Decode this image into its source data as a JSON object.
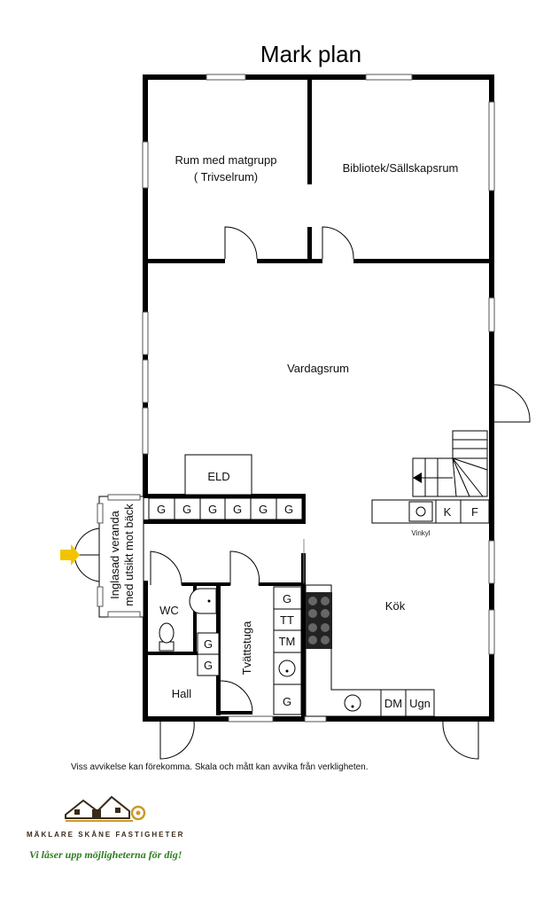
{
  "title": "Mark plan",
  "rooms": {
    "dining": "Rum med matgrupp",
    "dining_sub": "( Trivselrum)",
    "library": "Bibliotek/Sällskapsrum",
    "living": "Vardagsrum",
    "fireplace": "ELD",
    "veranda_line1": "Inglasad veranda",
    "veranda_line2": "med utsikt mot bäck",
    "wc": "WC",
    "laundry": "Tvättstuga",
    "hall": "Hall",
    "kitchen": "Kök"
  },
  "fixtures": {
    "wardrobes": [
      "G",
      "G",
      "G",
      "G",
      "G",
      "G"
    ],
    "laundry_column": [
      "G",
      "TT",
      "TM",
      "",
      "G"
    ],
    "hall_wardrobes": [
      "G",
      "G"
    ],
    "kitchen_k": "K",
    "kitchen_f": "F",
    "sink_label": "Vinkyl",
    "dishwasher": "DM",
    "oven": "Ugn"
  },
  "disclaimer": "Viss avvikelse kan förekomma. Skala och mått kan avvika från verkligheten.",
  "brand": {
    "name": "MÄKLARE SKÅNE FASTIGHETER",
    "tagline": "Vi låser upp möjligheterna för dig!",
    "colors": {
      "name": "#3a2a1a",
      "tagline": "#2e7d1e",
      "arrow": "#f2c400"
    }
  }
}
